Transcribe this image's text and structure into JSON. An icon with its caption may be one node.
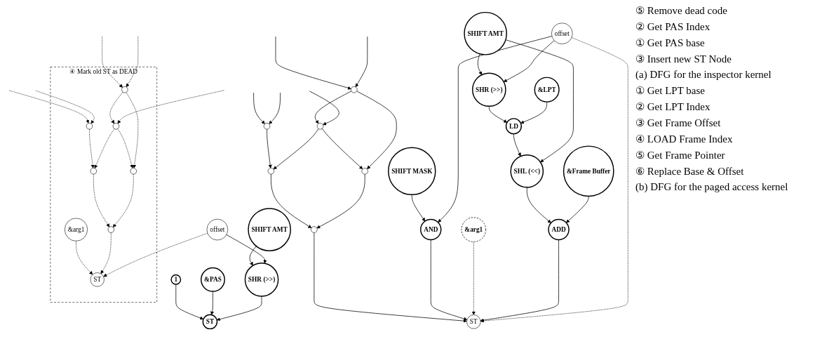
{
  "diagram": {
    "nodes": [
      {
        "text": [
          "offset"
        ]
      },
      {
        "text": [
          "④ Mark old ST as DEAD"
        ]
      },
      {
        "text": [],
        "shape": "circle",
        "in": 1
      },
      {
        "text": [],
        "shape": "circle",
        "in": 1
      },
      {
        "text": [],
        "shape": "circle",
        "in": 1
      },
      {
        "text": [],
        "shape": "circle",
        "in": 1
      },
      {
        "text": [],
        "shape": "circle",
        "in": 1
      },
      {
        "text": [],
        "shape": "circle",
        "in": 1
      },
      {
        "text": [
          "&arg1"
        ],
        "in": 1
      },
      {
        "text": [
          "ST"
        ],
        "in": 1
      },
      {
        "text": [
          "SHIFT AMT"
        ]
      },
      {
        "text": [
          "SHR (>>)"
        ]
      },
      {
        "text": [
          "&PAS"
        ]
      },
      {
        "text": [
          "1"
        ]
      },
      {
        "text": [
          "ST"
        ]
      },
      {
        "text": [
          "offset"
        ]
      },
      {
        "text": [
          "SHIFT AMT"
        ]
      },
      {
        "text": [
          "SHIFT MASK"
        ]
      },
      {
        "text": [
          "&LPT"
        ]
      },
      {
        "text": [
          "SHR (>>)"
        ]
      },
      {
        "text": [
          "AND"
        ]
      },
      {
        "text": [
          "LD"
        ]
      },
      {
        "text": [
          "&Frame Buffer"
        ]
      },
      {
        "text": [
          "SHL (<<)"
        ]
      },
      {
        "text": [
          "&arg1"
        ]
      },
      {
        "text": [
          "ADD"
        ]
      },
      {
        "text": [
          "ST"
        ]
      },
      {
        "text": [],
        "shape": "circle"
      },
      {
        "text": [],
        "shape": "circle"
      },
      {
        "text": [],
        "shape": "circle"
      },
      {
        "text": [],
        "shape": "circle"
      },
      {
        "text": [],
        "shape": "circle"
      },
      {
        "text": [],
        "shape": "circle"
      }
    ],
    "edges": [
      {
        "from": 0,
        "to": 9,
        "arrow": "to",
        "style": "dashed"
      },
      {
        "from": 0,
        "to": 11,
        "arrow": "to"
      },
      {
        "from": null,
        "to": 2,
        "arrow": "to",
        "style": "dashed"
      },
      {
        "from": null,
        "to": 2,
        "arrow": "to",
        "style": "dashed"
      },
      {
        "from": null,
        "to": 4,
        "arrow": "to",
        "style": "dashed"
      },
      {
        "from": null,
        "to": 3,
        "arrow": "to",
        "style": "dashed"
      },
      {
        "from": null,
        "to": 3,
        "arrow": "to",
        "style": "dashed"
      },
      {
        "from": 2,
        "to": 5,
        "arrow": "to",
        "style": "dashed"
      },
      {
        "from": 2,
        "to": 4,
        "arrow": "to",
        "style": "dashed"
      },
      {
        "from": 4,
        "to": 5,
        "arrow": "to",
        "style": "dashed"
      },
      {
        "from": 4,
        "to": 6,
        "arrow": "to",
        "style": "dashed"
      },
      {
        "from": 3,
        "to": 6,
        "arrow": "to",
        "style": "dashed"
      },
      {
        "from": 5,
        "to": 7,
        "arrow": "to",
        "style": "dashed"
      },
      {
        "from": 6,
        "to": 7,
        "arrow": "to",
        "style": "dashed"
      },
      {
        "from": 7,
        "to": 9,
        "arrow": "to",
        "style": "dashed"
      },
      {
        "from": 8,
        "to": 9,
        "arrow": "to",
        "style": "dashed"
      },
      {
        "from": 10,
        "to": 11,
        "arrow": "to"
      },
      {
        "from": 11,
        "to": 14,
        "arrow": "to"
      },
      {
        "from": 12,
        "to": 14,
        "arrow": "to"
      },
      {
        "from": 13,
        "to": 14,
        "arrow": "to"
      },
      {
        "from": 15,
        "to": 19,
        "arrow": "to"
      },
      {
        "from": 15,
        "to": 20,
        "arrow": "to"
      },
      {
        "from": 15,
        "to": 26,
        "arrow": "to",
        "style": "dashed"
      },
      {
        "from": 16,
        "to": 19,
        "arrow": "to"
      },
      {
        "from": 16,
        "to": 23,
        "arrow": "to"
      },
      {
        "from": 17,
        "to": 20,
        "arrow": "to"
      },
      {
        "from": 18,
        "to": 21,
        "arrow": "to"
      },
      {
        "from": 19,
        "to": 21,
        "arrow": "to"
      },
      {
        "from": 21,
        "to": 23,
        "arrow": "to"
      },
      {
        "from": 22,
        "to": 25,
        "arrow": "to"
      },
      {
        "from": 23,
        "to": 25,
        "arrow": "to"
      },
      {
        "from": 25,
        "to": 26,
        "arrow": "to"
      },
      {
        "from": 24,
        "to": 26,
        "arrow": "to",
        "style": "dashed"
      },
      {
        "from": 20,
        "to": 26,
        "arrow": "to"
      },
      {
        "from": null,
        "to": 27,
        "arrow": "to"
      },
      {
        "from": null,
        "to": 27,
        "arrow": "to"
      },
      {
        "from": null,
        "to": 29,
        "arrow": "to"
      },
      {
        "from": null,
        "to": 28,
        "arrow": "to"
      },
      {
        "from": null,
        "to": 28,
        "arrow": "to"
      },
      {
        "from": 27,
        "to": 30,
        "arrow": "to"
      },
      {
        "from": 27,
        "to": 29,
        "arrow": "to"
      },
      {
        "from": 29,
        "to": 30,
        "arrow": "to"
      },
      {
        "from": 29,
        "to": 31,
        "arrow": "to"
      },
      {
        "from": 28,
        "to": 31,
        "arrow": "to"
      },
      {
        "from": 30,
        "to": 32,
        "arrow": "to"
      },
      {
        "from": 31,
        "to": 32,
        "arrow": "to"
      },
      {
        "from": 32,
        "to": 26,
        "arrow": "to"
      }
    ],
    "labels": [
      "⑤ Remove dead code",
      "② Get PAS Index",
      "① Get PAS base",
      "③ Insert new ST Node",
      "(a) DFG for the inspector kernel",
      "① Get LPT base",
      "② Get LPT Index",
      "③ Get Frame Offset",
      "④ LOAD Frame Index",
      "⑤ Get Frame Pointer",
      "⑥ Replace Base & Offset",
      "(b) DFG for the paged access kernel"
    ]
  }
}
